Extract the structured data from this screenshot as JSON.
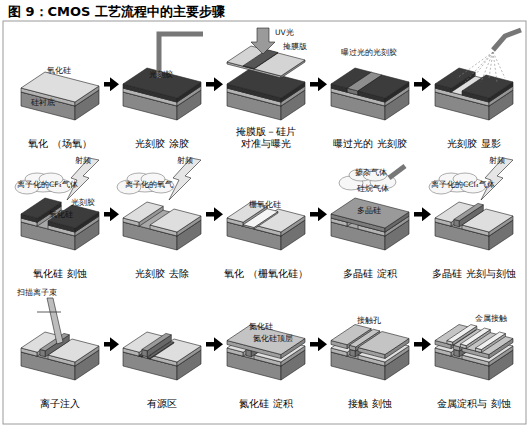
{
  "diagram": {
    "title": "图 9：CMOS 工艺流程中的主要步骤",
    "nodes": [
      {
        "text": [
          "氧化 （场氧）"
        ]
      },
      {
        "text": [
          "光刻胶 涂胶"
        ]
      },
      {
        "text": [
          "掩膜版－硅片 对准与曝光"
        ]
      },
      {
        "text": [
          "曝过光的 光刻胶"
        ]
      },
      {
        "text": [
          "光刻胶 显影"
        ]
      },
      {
        "text": [
          "氧化硅 刻蚀"
        ]
      },
      {
        "text": [
          "光刻胶 去除"
        ]
      },
      {
        "text": [
          "氧化 （栅氧化硅）"
        ]
      },
      {
        "text": [
          "多晶硅 淀积"
        ]
      },
      {
        "text": [
          "多晶硅 光刻与刻蚀"
        ]
      },
      {
        "text": [
          "离子注入"
        ]
      },
      {
        "text": [
          "有源区"
        ]
      },
      {
        "text": [
          "氮化硅 淀积"
        ]
      },
      {
        "text": [
          "接触 刻蚀"
        ]
      },
      {
        "text": [
          "金属淀积与 刻蚀"
        ]
      }
    ],
    "edges": [
      {
        "from": 0,
        "to": 1,
        "arrow": "to"
      },
      {
        "from": 1,
        "to": 2,
        "arrow": "to"
      },
      {
        "from": 2,
        "to": 3,
        "arrow": "to"
      },
      {
        "from": 3,
        "to": 4,
        "arrow": "to"
      },
      {
        "from": 5,
        "to": 6,
        "arrow": "to"
      },
      {
        "from": 6,
        "to": 7,
        "arrow": "to"
      },
      {
        "from": 7,
        "to": 8,
        "arrow": "to"
      },
      {
        "from": 8,
        "to": 9,
        "arrow": "to"
      },
      {
        "from": 10,
        "to": 11,
        "arrow": "to"
      },
      {
        "from": 11,
        "to": 12,
        "arrow": "to"
      },
      {
        "from": 12,
        "to": 13,
        "arrow": "to"
      },
      {
        "from": 13,
        "to": 14,
        "arrow": "to"
      }
    ],
    "labels": [
      "氧化硅",
      "硅衬底",
      "光刻胶",
      "UV光",
      "掩膜版",
      "曝过光的光刻胶",
      "射频",
      "离子化的CF₄气体",
      "光刻胶",
      "氧化硅",
      "射频",
      "离子化的氧气",
      "栅氧化硅",
      "掺杂气体",
      "硅烷气体",
      "多晶硅",
      "射频",
      "离子化的CCl₄气体",
      "扫描离子束",
      "氮化硅",
      "氮化硅顶层",
      "接触孔",
      "金属接触"
    ]
  }
}
